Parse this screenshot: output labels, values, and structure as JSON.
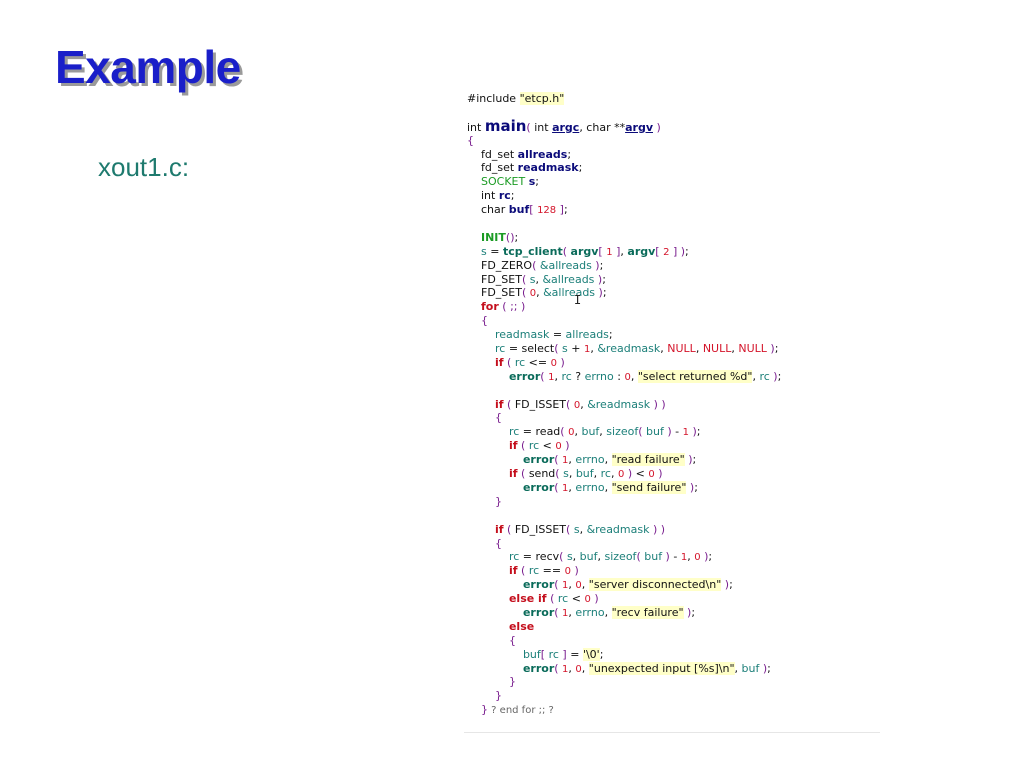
{
  "slide": {
    "title": "Example",
    "file_label": "xout1.c:"
  },
  "code": {
    "lines": [
      [
        [
          "t-plain",
          "#include "
        ],
        [
          "t-str",
          "\"etcp.h\""
        ]
      ],
      [],
      [
        [
          "t-plain",
          "int "
        ],
        [
          "t-main",
          "main"
        ],
        [
          "t-purple",
          "( "
        ],
        [
          "t-plain",
          "int "
        ],
        [
          "t-param",
          "argc"
        ],
        [
          "t-plain",
          ", char **"
        ],
        [
          "t-param",
          "argv"
        ],
        [
          "t-purple",
          " )"
        ]
      ],
      [
        [
          "t-purple",
          "{"
        ]
      ],
      [
        [
          "t-plain",
          "    fd_set "
        ],
        [
          "t-navy",
          "allreads"
        ],
        [
          "t-plain",
          ";"
        ]
      ],
      [
        [
          "t-plain",
          "    fd_set "
        ],
        [
          "t-navy",
          "readmask"
        ],
        [
          "t-plain",
          ";"
        ]
      ],
      [
        [
          "t-plain",
          "    "
        ],
        [
          "t-greenplain",
          "SOCKET "
        ],
        [
          "t-navy",
          "s"
        ],
        [
          "t-plain",
          ";"
        ]
      ],
      [
        [
          "t-plain",
          "    int "
        ],
        [
          "t-navy",
          "rc"
        ],
        [
          "t-plain",
          ";"
        ]
      ],
      [
        [
          "t-plain",
          "    char "
        ],
        [
          "t-navy",
          "buf"
        ],
        [
          "t-purple",
          "[ "
        ],
        [
          "t-num",
          "128"
        ],
        [
          "t-purple",
          " ]"
        ],
        [
          "t-plain",
          ";"
        ]
      ],
      [],
      [
        [
          "t-plain",
          "    "
        ],
        [
          "t-green",
          "INIT"
        ],
        [
          "t-purple",
          "()"
        ],
        [
          "t-plain",
          ";"
        ]
      ],
      [
        [
          "t-plain",
          "    "
        ],
        [
          "t-teal",
          "s"
        ],
        [
          "t-plain",
          " = "
        ],
        [
          "t-fn",
          "tcp_client"
        ],
        [
          "t-purple",
          "( "
        ],
        [
          "t-fn",
          "argv"
        ],
        [
          "t-purple",
          "[ "
        ],
        [
          "t-num",
          "1"
        ],
        [
          "t-purple",
          " ]"
        ],
        [
          "t-plain",
          ", "
        ],
        [
          "t-fn",
          "argv"
        ],
        [
          "t-purple",
          "[ "
        ],
        [
          "t-num",
          "2"
        ],
        [
          "t-purple",
          " ] )"
        ],
        [
          "t-plain",
          ";"
        ]
      ],
      [
        [
          "t-plain",
          "    FD_ZERO"
        ],
        [
          "t-purple",
          "( "
        ],
        [
          "t-teal",
          "&allreads"
        ],
        [
          "t-purple",
          " )"
        ],
        [
          "t-plain",
          ";"
        ]
      ],
      [
        [
          "t-plain",
          "    FD_SET"
        ],
        [
          "t-purple",
          "( "
        ],
        [
          "t-teal",
          "s"
        ],
        [
          "t-plain",
          ", "
        ],
        [
          "t-teal",
          "&allreads"
        ],
        [
          "t-purple",
          " )"
        ],
        [
          "t-plain",
          ";"
        ]
      ],
      [
        [
          "t-plain",
          "    FD_SET"
        ],
        [
          "t-purple",
          "( "
        ],
        [
          "t-num",
          "0"
        ],
        [
          "t-plain",
          ", "
        ],
        [
          "t-teal",
          "&allreads"
        ],
        [
          "t-purple",
          " )"
        ],
        [
          "t-plain",
          ";"
        ]
      ],
      [
        [
          "t-plain",
          "    "
        ],
        [
          "t-kw",
          "for"
        ],
        [
          "t-purple",
          " ( ;; )"
        ]
      ],
      [
        [
          "t-purple",
          "    {"
        ]
      ],
      [
        [
          "t-plain",
          "        "
        ],
        [
          "t-teal",
          "readmask"
        ],
        [
          "t-plain",
          " = "
        ],
        [
          "t-teal",
          "allreads"
        ],
        [
          "t-plain",
          ";"
        ]
      ],
      [
        [
          "t-plain",
          "        "
        ],
        [
          "t-teal",
          "rc"
        ],
        [
          "t-plain",
          " = select"
        ],
        [
          "t-purple",
          "( "
        ],
        [
          "t-teal",
          "s"
        ],
        [
          "t-plain",
          " + "
        ],
        [
          "t-num",
          "1"
        ],
        [
          "t-plain",
          ", "
        ],
        [
          "t-teal",
          "&readmask"
        ],
        [
          "t-plain",
          ", "
        ],
        [
          "t-red",
          "NULL"
        ],
        [
          "t-plain",
          ", "
        ],
        [
          "t-red",
          "NULL"
        ],
        [
          "t-plain",
          ", "
        ],
        [
          "t-red",
          "NULL"
        ],
        [
          "t-purple",
          " )"
        ],
        [
          "t-plain",
          ";"
        ]
      ],
      [
        [
          "t-plain",
          "        "
        ],
        [
          "t-kw",
          "if"
        ],
        [
          "t-purple",
          " ( "
        ],
        [
          "t-teal",
          "rc"
        ],
        [
          "t-plain",
          " <= "
        ],
        [
          "t-num",
          "0"
        ],
        [
          "t-purple",
          " )"
        ]
      ],
      [
        [
          "t-plain",
          "            "
        ],
        [
          "t-fn",
          "error"
        ],
        [
          "t-purple",
          "( "
        ],
        [
          "t-num",
          "1"
        ],
        [
          "t-plain",
          ", "
        ],
        [
          "t-teal",
          "rc"
        ],
        [
          "t-plain",
          " ? "
        ],
        [
          "t-teal",
          "errno"
        ],
        [
          "t-plain",
          " : "
        ],
        [
          "t-num",
          "0"
        ],
        [
          "t-plain",
          ", "
        ],
        [
          "t-str",
          "\"select returned %d\""
        ],
        [
          "t-plain",
          ", "
        ],
        [
          "t-teal",
          "rc"
        ],
        [
          "t-purple",
          " )"
        ],
        [
          "t-plain",
          ";"
        ]
      ],
      [],
      [
        [
          "t-plain",
          "        "
        ],
        [
          "t-kw",
          "if"
        ],
        [
          "t-purple",
          " ( "
        ],
        [
          "t-plain",
          "FD_ISSET"
        ],
        [
          "t-purple",
          "( "
        ],
        [
          "t-num",
          "0"
        ],
        [
          "t-plain",
          ", "
        ],
        [
          "t-teal",
          "&readmask"
        ],
        [
          "t-purple",
          " ) )"
        ]
      ],
      [
        [
          "t-purple",
          "        {"
        ]
      ],
      [
        [
          "t-plain",
          "            "
        ],
        [
          "t-teal",
          "rc"
        ],
        [
          "t-plain",
          " = read"
        ],
        [
          "t-purple",
          "( "
        ],
        [
          "t-num",
          "0"
        ],
        [
          "t-plain",
          ", "
        ],
        [
          "t-teal",
          "buf"
        ],
        [
          "t-plain",
          ", "
        ],
        [
          "t-teal",
          "sizeof"
        ],
        [
          "t-purple",
          "( "
        ],
        [
          "t-teal",
          "buf"
        ],
        [
          "t-purple",
          " )"
        ],
        [
          "t-plain",
          " - "
        ],
        [
          "t-num",
          "1"
        ],
        [
          "t-purple",
          " )"
        ],
        [
          "t-plain",
          ";"
        ]
      ],
      [
        [
          "t-plain",
          "            "
        ],
        [
          "t-kw",
          "if"
        ],
        [
          "t-purple",
          " ( "
        ],
        [
          "t-teal",
          "rc"
        ],
        [
          "t-plain",
          " < "
        ],
        [
          "t-num",
          "0"
        ],
        [
          "t-purple",
          " )"
        ]
      ],
      [
        [
          "t-plain",
          "                "
        ],
        [
          "t-fn",
          "error"
        ],
        [
          "t-purple",
          "( "
        ],
        [
          "t-num",
          "1"
        ],
        [
          "t-plain",
          ", "
        ],
        [
          "t-teal",
          "errno"
        ],
        [
          "t-plain",
          ", "
        ],
        [
          "t-str",
          "\"read failure\""
        ],
        [
          "t-purple",
          " )"
        ],
        [
          "t-plain",
          ";"
        ]
      ],
      [
        [
          "t-plain",
          "            "
        ],
        [
          "t-kw",
          "if"
        ],
        [
          "t-purple",
          " ( "
        ],
        [
          "t-plain",
          "send"
        ],
        [
          "t-purple",
          "( "
        ],
        [
          "t-teal",
          "s"
        ],
        [
          "t-plain",
          ", "
        ],
        [
          "t-teal",
          "buf"
        ],
        [
          "t-plain",
          ", "
        ],
        [
          "t-teal",
          "rc"
        ],
        [
          "t-plain",
          ", "
        ],
        [
          "t-num",
          "0"
        ],
        [
          "t-purple",
          " )"
        ],
        [
          "t-plain",
          " < "
        ],
        [
          "t-num",
          "0"
        ],
        [
          "t-purple",
          " )"
        ]
      ],
      [
        [
          "t-plain",
          "                "
        ],
        [
          "t-fn",
          "error"
        ],
        [
          "t-purple",
          "( "
        ],
        [
          "t-num",
          "1"
        ],
        [
          "t-plain",
          ", "
        ],
        [
          "t-teal",
          "errno"
        ],
        [
          "t-plain",
          ", "
        ],
        [
          "t-str",
          "\"send failure\""
        ],
        [
          "t-purple",
          " )"
        ],
        [
          "t-plain",
          ";"
        ]
      ],
      [
        [
          "t-purple",
          "        }"
        ]
      ],
      [],
      [
        [
          "t-plain",
          "        "
        ],
        [
          "t-kw",
          "if"
        ],
        [
          "t-purple",
          " ( "
        ],
        [
          "t-plain",
          "FD_ISSET"
        ],
        [
          "t-purple",
          "( "
        ],
        [
          "t-teal",
          "s"
        ],
        [
          "t-plain",
          ", "
        ],
        [
          "t-teal",
          "&readmask"
        ],
        [
          "t-purple",
          " ) )"
        ]
      ],
      [
        [
          "t-purple",
          "        {"
        ]
      ],
      [
        [
          "t-plain",
          "            "
        ],
        [
          "t-teal",
          "rc"
        ],
        [
          "t-plain",
          " = recv"
        ],
        [
          "t-purple",
          "( "
        ],
        [
          "t-teal",
          "s"
        ],
        [
          "t-plain",
          ", "
        ],
        [
          "t-teal",
          "buf"
        ],
        [
          "t-plain",
          ", "
        ],
        [
          "t-teal",
          "sizeof"
        ],
        [
          "t-purple",
          "( "
        ],
        [
          "t-teal",
          "buf"
        ],
        [
          "t-purple",
          " )"
        ],
        [
          "t-plain",
          " - "
        ],
        [
          "t-num",
          "1"
        ],
        [
          "t-plain",
          ", "
        ],
        [
          "t-num",
          "0"
        ],
        [
          "t-purple",
          " )"
        ],
        [
          "t-plain",
          ";"
        ]
      ],
      [
        [
          "t-plain",
          "            "
        ],
        [
          "t-kw",
          "if"
        ],
        [
          "t-purple",
          " ( "
        ],
        [
          "t-teal",
          "rc"
        ],
        [
          "t-plain",
          " == "
        ],
        [
          "t-num",
          "0"
        ],
        [
          "t-purple",
          " )"
        ]
      ],
      [
        [
          "t-plain",
          "                "
        ],
        [
          "t-fn",
          "error"
        ],
        [
          "t-purple",
          "( "
        ],
        [
          "t-num",
          "1"
        ],
        [
          "t-plain",
          ", "
        ],
        [
          "t-num",
          "0"
        ],
        [
          "t-plain",
          ", "
        ],
        [
          "t-str",
          "\"server disconnected\\n\""
        ],
        [
          "t-purple",
          " )"
        ],
        [
          "t-plain",
          ";"
        ]
      ],
      [
        [
          "t-plain",
          "            "
        ],
        [
          "t-kw",
          "else if"
        ],
        [
          "t-purple",
          " ( "
        ],
        [
          "t-teal",
          "rc"
        ],
        [
          "t-plain",
          " < "
        ],
        [
          "t-num",
          "0"
        ],
        [
          "t-purple",
          " )"
        ]
      ],
      [
        [
          "t-plain",
          "                "
        ],
        [
          "t-fn",
          "error"
        ],
        [
          "t-purple",
          "( "
        ],
        [
          "t-num",
          "1"
        ],
        [
          "t-plain",
          ", "
        ],
        [
          "t-teal",
          "errno"
        ],
        [
          "t-plain",
          ", "
        ],
        [
          "t-str",
          "\"recv failure\""
        ],
        [
          "t-purple",
          " )"
        ],
        [
          "t-plain",
          ";"
        ]
      ],
      [
        [
          "t-plain",
          "            "
        ],
        [
          "t-kw",
          "else"
        ]
      ],
      [
        [
          "t-purple",
          "            {"
        ]
      ],
      [
        [
          "t-plain",
          "                "
        ],
        [
          "t-teal",
          "buf"
        ],
        [
          "t-purple",
          "[ "
        ],
        [
          "t-teal",
          "rc"
        ],
        [
          "t-purple",
          " ]"
        ],
        [
          "t-plain",
          " = "
        ],
        [
          "t-str",
          "'\\0'"
        ],
        [
          "t-plain",
          ";"
        ]
      ],
      [
        [
          "t-plain",
          "                "
        ],
        [
          "t-fn",
          "error"
        ],
        [
          "t-purple",
          "( "
        ],
        [
          "t-num",
          "1"
        ],
        [
          "t-plain",
          ", "
        ],
        [
          "t-num",
          "0"
        ],
        [
          "t-plain",
          ", "
        ],
        [
          "t-str",
          "\"unexpected input [%s]\\n\""
        ],
        [
          "t-plain",
          ", "
        ],
        [
          "t-teal",
          "buf"
        ],
        [
          "t-purple",
          " )"
        ],
        [
          "t-plain",
          ";"
        ]
      ],
      [
        [
          "t-purple",
          "            }"
        ]
      ],
      [
        [
          "t-purple",
          "        }"
        ]
      ],
      [
        [
          "t-purple",
          "    }"
        ],
        [
          "t-comment",
          " ? end for ;; ?"
        ]
      ]
    ]
  }
}
